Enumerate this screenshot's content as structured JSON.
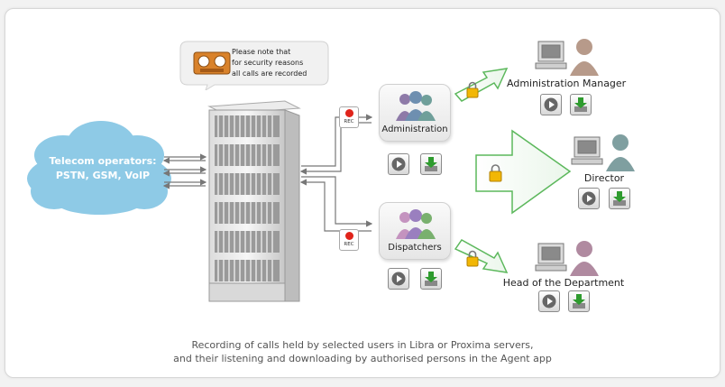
{
  "cloud": {
    "line1": "Telecom operators:",
    "line2": "PSTN, GSM, VoIP"
  },
  "notice": {
    "line1": "Please note that",
    "line2": "for security reasons",
    "line3": "all calls are recorded"
  },
  "rec_label": "REC",
  "groups": {
    "administration": "Administration",
    "dispatchers": "Dispatchers"
  },
  "people": {
    "admin_manager": "Administration Manager",
    "director": "Director",
    "head_of_department": "Head of the Department"
  },
  "caption": {
    "line1": "Recording of calls held by selected users in Libra or Proxima servers,",
    "line2": "and their listening and downloading by authorised persons in the Agent app"
  },
  "icons": [
    "cloud-icon",
    "server-rack-icon",
    "rec-icon",
    "group-icon",
    "play-icon",
    "download-icon",
    "lock-icon",
    "computer-icon",
    "person-icon",
    "arrow-icon"
  ],
  "colors": {
    "cloud": "#8ecae6",
    "arrow_green": "#5cb85c",
    "rec_red": "#e0241b"
  }
}
